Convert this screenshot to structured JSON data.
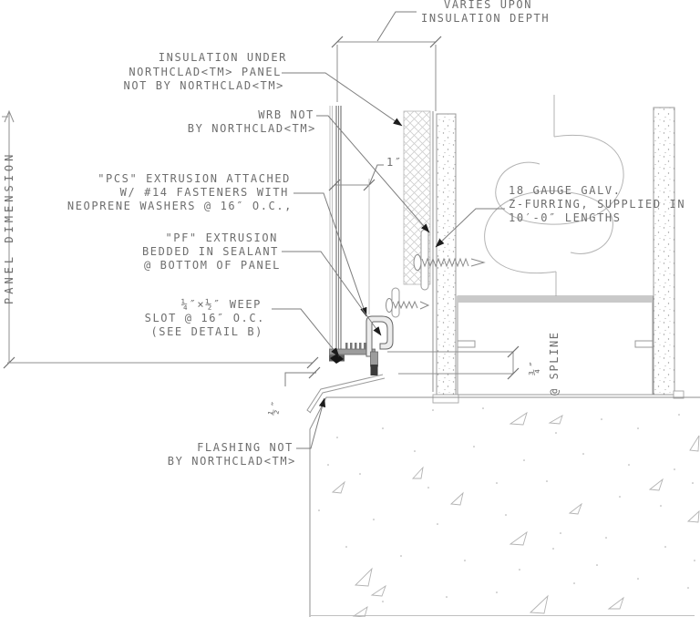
{
  "drawing_name": "panel-base-wall-section-detail",
  "annotations": {
    "varies": {
      "lines": [
        "VARIES UPON",
        "INSULATION DEPTH"
      ]
    },
    "insulation": {
      "lines": [
        "INSULATION UNDER",
        "NORTHCLAD<TM> PANEL",
        "NOT BY NORTHCLAD<TM>"
      ]
    },
    "wrb": {
      "lines": [
        "WRB NOT",
        "BY NORTHCLAD<TM>"
      ]
    },
    "pcs": {
      "lines": [
        "\"PCS\" EXTRUSION ATTACHED",
        "W/ #14 FASTENERS WITH",
        "NEOPRENE WASHERS @ 16″ O.C.,"
      ]
    },
    "pf": {
      "lines": [
        "\"PF\" EXTRUSION",
        "BEDDED IN SEALANT",
        "@ BOTTOM OF PANEL"
      ]
    },
    "weep": {
      "lines": [
        "¼″×½″ WEEP",
        "SLOT @ 16″ O.C.",
        "(SEE DETAIL B)"
      ]
    },
    "zfurring": {
      "lines": [
        "18 GAUGE GALV.",
        "Z-FURRING, SUPPLIED IN",
        "10′-0″ LENGTHS"
      ]
    },
    "flashing": {
      "lines": [
        "FLASHING NOT",
        "BY NORTHCLAD<TM>"
      ]
    }
  },
  "dimensions": {
    "panel": "PANEL DIMENSION",
    "one_inch": "1″",
    "half_inch": "½″",
    "spline_gap": "¾″",
    "spline_label": "@ SPLINE"
  },
  "colors": {
    "line": "#8f8f8f",
    "light_line": "#c0c0c0",
    "text": "#6e6e6e",
    "dark_metal": "#5a5a5a",
    "sealant": "#161616",
    "band_fill": "#c9c9c9"
  }
}
